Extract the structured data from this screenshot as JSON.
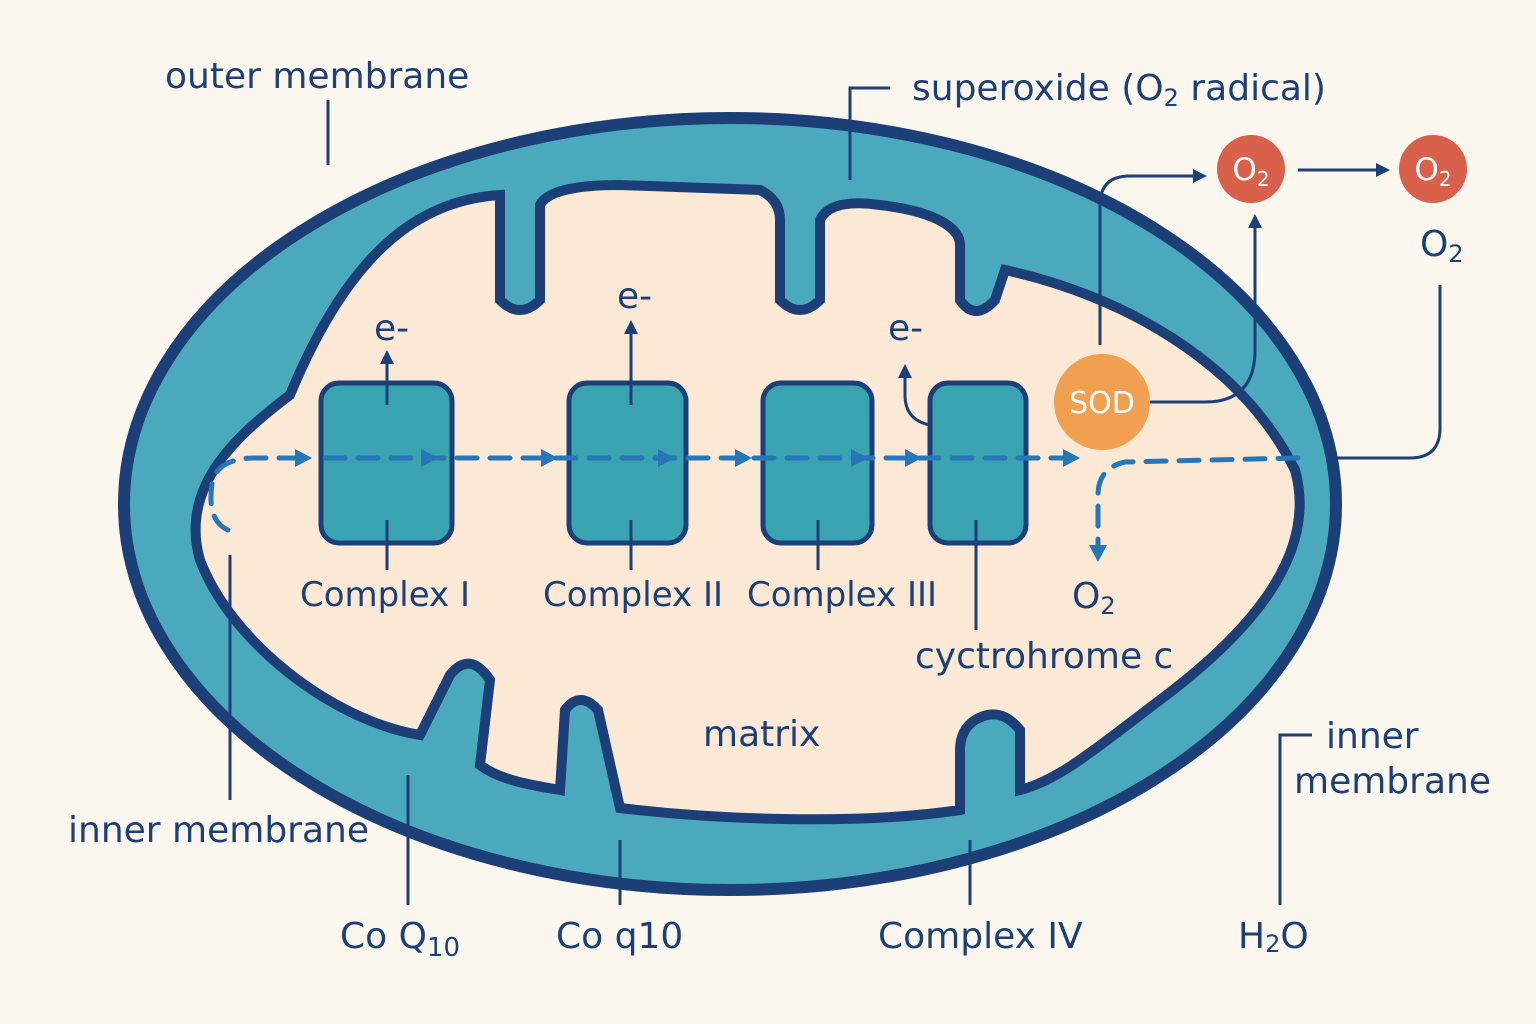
{
  "labels": {
    "outer_membrane": "outer membrane",
    "superoxide": "superoxide (O",
    "superoxide_sub": "2",
    "superoxide_end": " radical)",
    "inner_membrane_left": "inner membrane",
    "inner_membrane_right_1": "inner",
    "inner_membrane_right_2": "membrane",
    "matrix": "matrix",
    "cytochrome": "cyctrohrome c",
    "coq10_a": "Co Q",
    "coq10_a_sub": "10",
    "coq10_b": "Co q10",
    "complex_iv": "Complex IV",
    "water_h": "H",
    "water_sub": "2",
    "water_o": "O"
  },
  "complexes": [
    {
      "label": "Complex I"
    },
    {
      "label": "Complex II"
    },
    {
      "label": "Complex III"
    },
    {
      "label": ""
    }
  ],
  "electrons": [
    "e-",
    "e-",
    "e-"
  ],
  "sod": "SOD",
  "oxygen": {
    "symbol": "O",
    "sub": "2",
    "below_label": "O",
    "below_sub": "2",
    "matrix_label": "O",
    "matrix_sub": "2"
  },
  "colors": {
    "outer": "#1c3f77",
    "membrane": "#4aa9bd",
    "matrix": "#fbe9d6",
    "sod": "#f0a050",
    "radical": "#d9604a",
    "flow": "#2676b8"
  }
}
